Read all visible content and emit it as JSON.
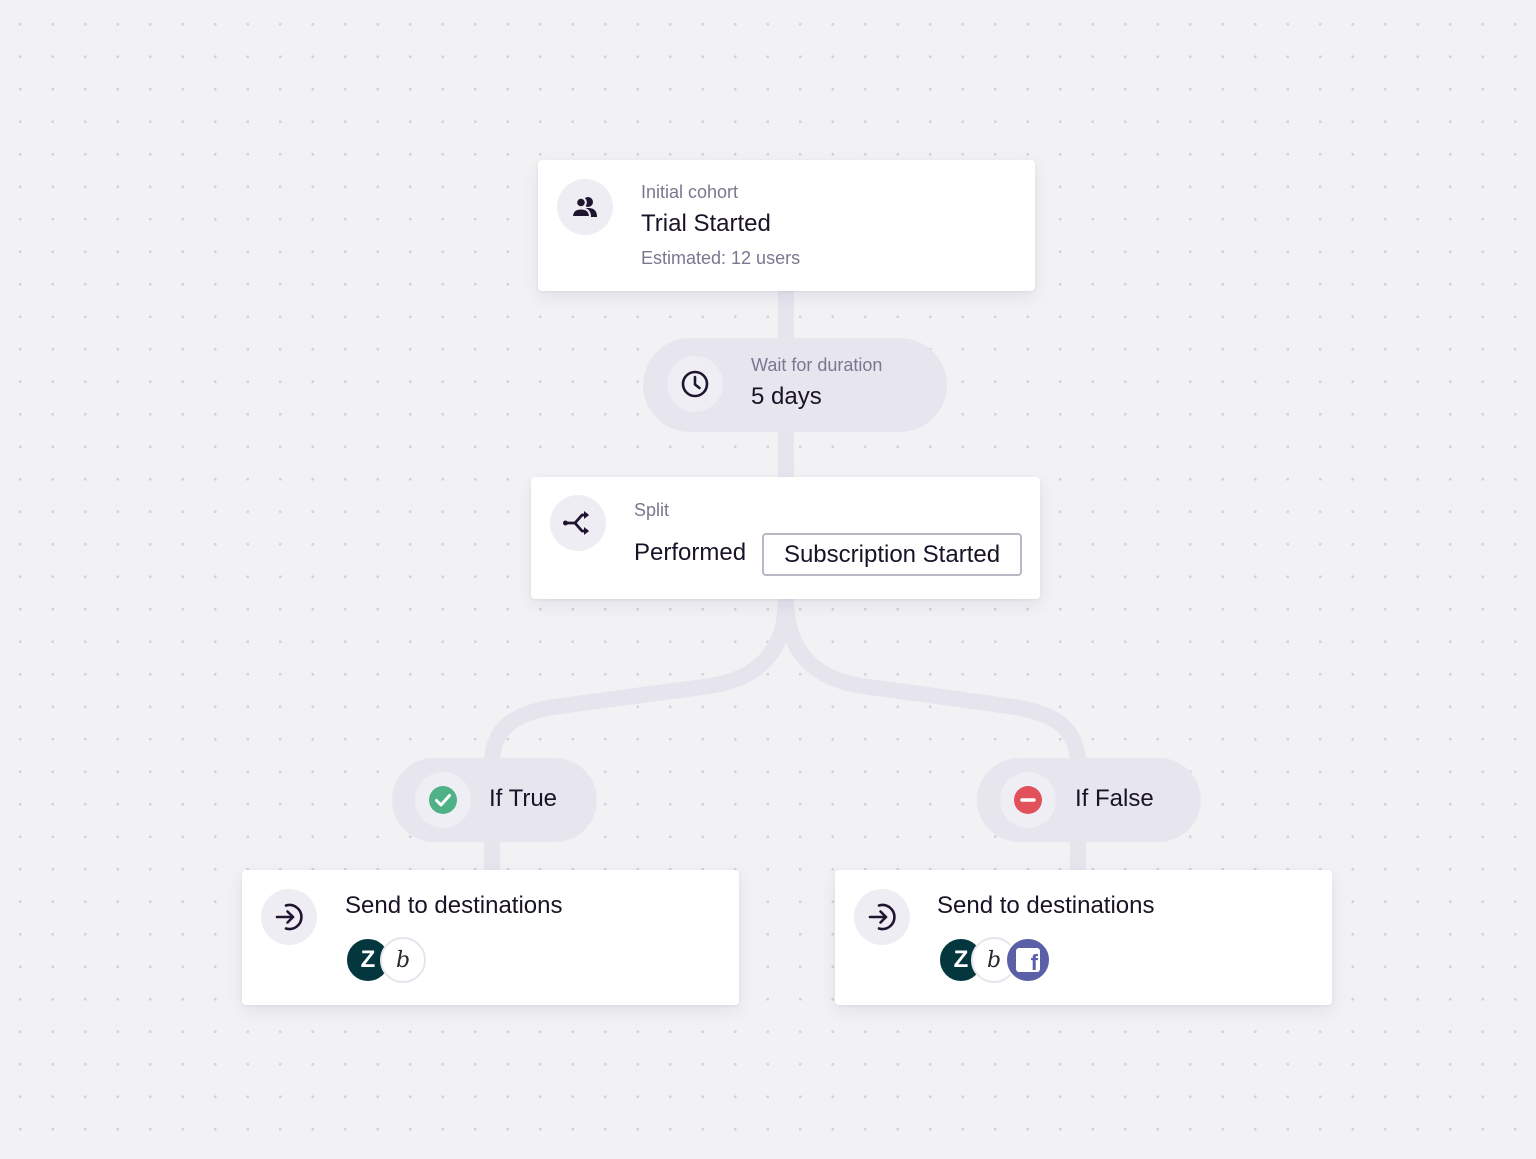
{
  "initial_cohort": {
    "label": "Initial cohort",
    "name": "Trial Started",
    "estimate": "Estimated: 12 users",
    "icon": "users-icon"
  },
  "wait_step": {
    "label": "Wait for duration",
    "value": "5 days",
    "icon": "clock-icon"
  },
  "split_step": {
    "label": "Split",
    "condition": "Performed",
    "event": "Subscription Started",
    "icon": "split-icon"
  },
  "branches": {
    "true_branch": {
      "label": "If True",
      "icon": "check-circle-icon",
      "color": "#4fb287"
    },
    "false_branch": {
      "label": "If False",
      "icon": "minus-circle-icon",
      "color": "#e2515a"
    }
  },
  "destinations_true": {
    "title": "Send to destinations",
    "icon": "send-arrow-icon",
    "logos": [
      "zendesk-logo",
      "braze-logo"
    ]
  },
  "destinations_false": {
    "title": "Send to destinations",
    "icon": "send-arrow-icon",
    "logos": [
      "zendesk-logo",
      "braze-logo",
      "facebook-logo"
    ]
  },
  "colors": {
    "background": "#f2f2f5",
    "connector": "#e6e5ee",
    "pill": "#e7e6ef",
    "icon_dark": "#1f1530"
  }
}
